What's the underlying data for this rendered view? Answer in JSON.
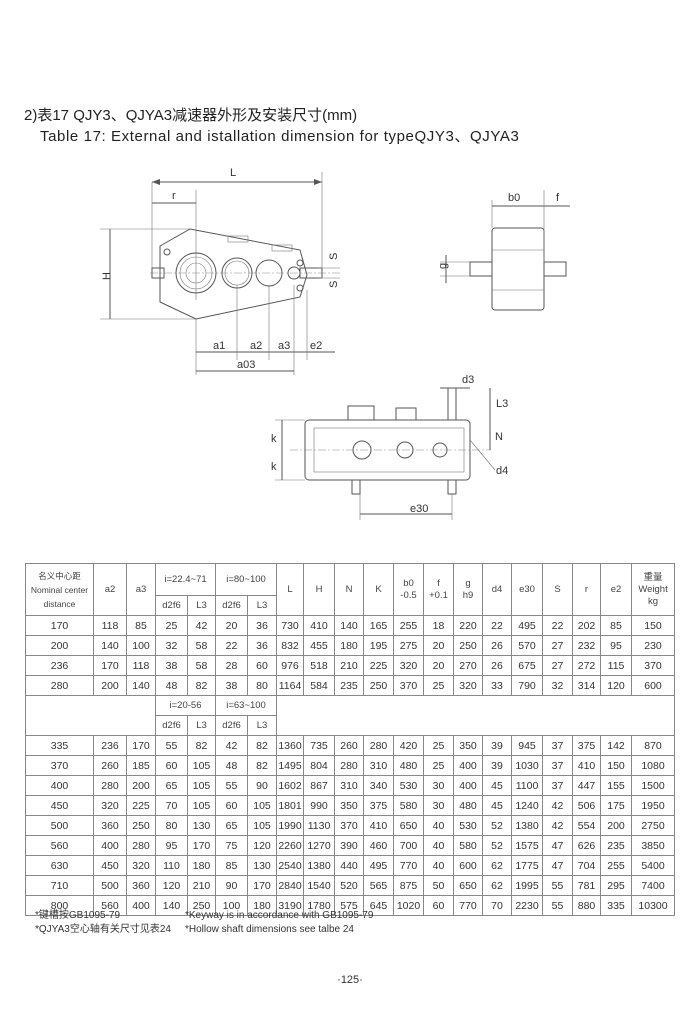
{
  "title_cn": "2)表17 QJY3、QJYA3减速器外形及安装尺寸(mm)",
  "title_en": "Table 17: External and istallation dimension for typeQJY3、QJYA3",
  "drawing_labels": {
    "L": "L",
    "r": "r",
    "H": "H",
    "S_top": "S",
    "S_bottom": "S",
    "a1": "a1",
    "a2": "a2",
    "a3": "a3",
    "e2": "e2",
    "a03": "a03",
    "b0": "b0",
    "f": "f",
    "g": "g",
    "d3": "d3",
    "L3": "L3",
    "N": "N",
    "k_top": "k",
    "k_bottom": "k",
    "d4": "d4",
    "e30": "e30"
  },
  "table": {
    "header_name": [
      "名义中心距",
      "Nominal center",
      "distance"
    ],
    "header_a2": "a2",
    "header_a3": "a3",
    "group1_top": [
      "i=22.4~71",
      "i=80~100"
    ],
    "group1_bottom": [
      "i=20-56",
      "i=63~100"
    ],
    "sub_headers": [
      "d2f6",
      "L3",
      "d2f6",
      "L3"
    ],
    "right_headers": [
      "L",
      "H",
      "N",
      "K",
      "b0\n-0.5",
      "f\n+0.1",
      "g\nh9",
      "d4",
      "e30",
      "S",
      "r",
      "e2",
      "重量\nWeight\nkg"
    ],
    "rows_top": [
      [
        "170",
        "118",
        "85",
        "25",
        "42",
        "20",
        "36",
        "730",
        "410",
        "140",
        "165",
        "255",
        "18",
        "220",
        "22",
        "495",
        "22",
        "202",
        "85",
        "150"
      ],
      [
        "200",
        "140",
        "100",
        "32",
        "58",
        "22",
        "36",
        "832",
        "455",
        "180",
        "195",
        "275",
        "20",
        "250",
        "26",
        "570",
        "27",
        "232",
        "95",
        "230"
      ],
      [
        "236",
        "170",
        "118",
        "38",
        "58",
        "28",
        "60",
        "976",
        "518",
        "210",
        "225",
        "320",
        "20",
        "270",
        "26",
        "675",
        "27",
        "272",
        "115",
        "370"
      ],
      [
        "280",
        "200",
        "140",
        "48",
        "82",
        "38",
        "80",
        "1164",
        "584",
        "235",
        "250",
        "370",
        "25",
        "320",
        "33",
        "790",
        "32",
        "314",
        "120",
        "600"
      ]
    ],
    "rows_bottom": [
      [
        "335",
        "236",
        "170",
        "55",
        "82",
        "42",
        "82",
        "1360",
        "735",
        "260",
        "280",
        "420",
        "25",
        "350",
        "39",
        "945",
        "37",
        "375",
        "142",
        "870"
      ],
      [
        "370",
        "260",
        "185",
        "60",
        "105",
        "48",
        "82",
        "1495",
        "804",
        "280",
        "310",
        "480",
        "25",
        "400",
        "39",
        "1030",
        "37",
        "410",
        "150",
        "1080"
      ],
      [
        "400",
        "280",
        "200",
        "65",
        "105",
        "55",
        "90",
        "1602",
        "867",
        "310",
        "340",
        "530",
        "30",
        "400",
        "45",
        "1100",
        "37",
        "447",
        "155",
        "1500"
      ],
      [
        "450",
        "320",
        "225",
        "70",
        "105",
        "60",
        "105",
        "1801",
        "990",
        "350",
        "375",
        "580",
        "30",
        "480",
        "45",
        "1240",
        "42",
        "506",
        "175",
        "1950"
      ],
      [
        "500",
        "360",
        "250",
        "80",
        "130",
        "65",
        "105",
        "1990",
        "1130",
        "370",
        "410",
        "650",
        "40",
        "530",
        "52",
        "1380",
        "42",
        "554",
        "200",
        "2750"
      ],
      [
        "560",
        "400",
        "280",
        "95",
        "170",
        "75",
        "120",
        "2260",
        "1270",
        "390",
        "460",
        "700",
        "40",
        "580",
        "52",
        "1575",
        "47",
        "626",
        "235",
        "3850"
      ],
      [
        "630",
        "450",
        "320",
        "110",
        "180",
        "85",
        "130",
        "2540",
        "1380",
        "440",
        "495",
        "770",
        "40",
        "600",
        "62",
        "1775",
        "47",
        "704",
        "255",
        "5400"
      ],
      [
        "710",
        "500",
        "360",
        "120",
        "210",
        "90",
        "170",
        "2840",
        "1540",
        "520",
        "565",
        "875",
        "50",
        "650",
        "62",
        "1995",
        "55",
        "781",
        "295",
        "7400"
      ],
      [
        "800",
        "560",
        "400",
        "140",
        "250",
        "100",
        "180",
        "3190",
        "1780",
        "575",
        "645",
        "1020",
        "60",
        "770",
        "70",
        "2230",
        "55",
        "880",
        "335",
        "10300"
      ]
    ]
  },
  "notes": {
    "cn": [
      "*键槽按GB1095-79",
      "*QJYA3空心轴有关尺寸见表24"
    ],
    "en": [
      "*Keyway is in accordance with GB1095-79",
      "*Hollow shaft dimensions see talbe 24"
    ]
  },
  "page_number": "·125·"
}
